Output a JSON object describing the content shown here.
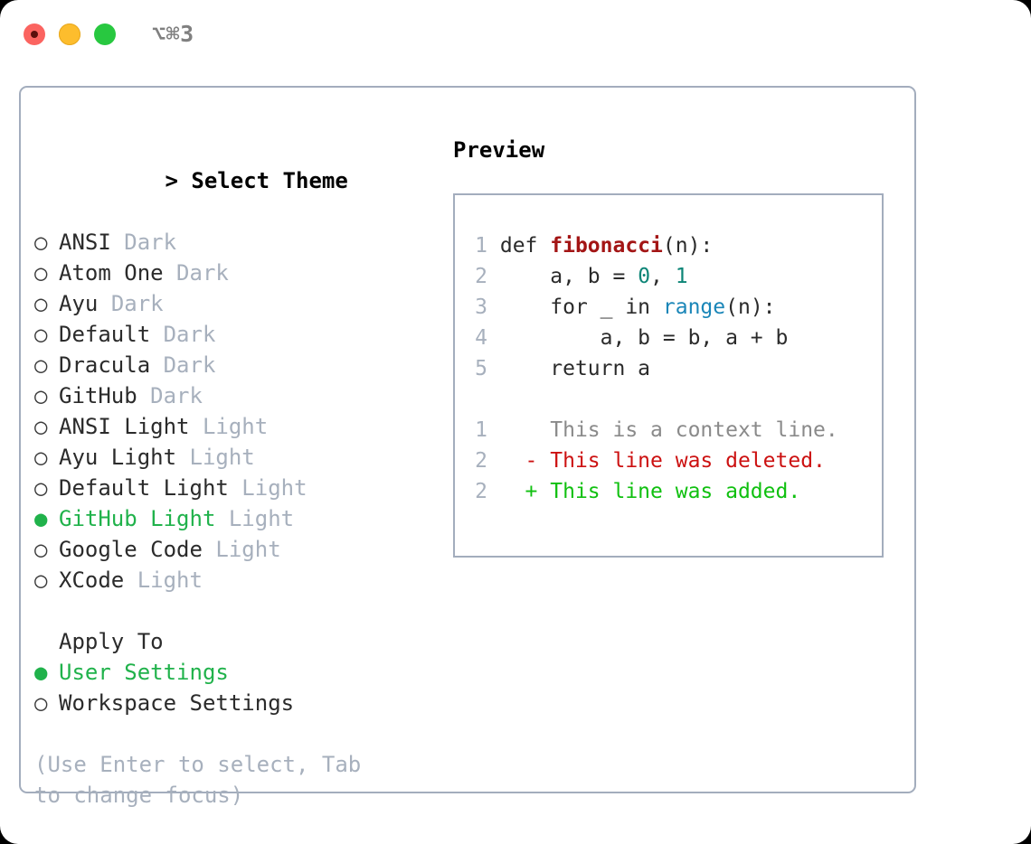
{
  "titlebar": {
    "shortcut": "⌥⌘3",
    "buttons": [
      {
        "name": "close",
        "color": "#fb6460"
      },
      {
        "name": "minimize",
        "color": "#fdbd2d"
      },
      {
        "name": "maximize",
        "color": "#28c840"
      }
    ]
  },
  "theme_section": {
    "prefix": "> ",
    "title": "Select Theme",
    "items": [
      {
        "bullet": "○",
        "label": "ANSI",
        "variant": "Dark",
        "selected": false
      },
      {
        "bullet": "○",
        "label": "Atom One",
        "variant": "Dark",
        "selected": false
      },
      {
        "bullet": "○",
        "label": "Ayu",
        "variant": "Dark",
        "selected": false
      },
      {
        "bullet": "○",
        "label": "Default",
        "variant": "Dark",
        "selected": false
      },
      {
        "bullet": "○",
        "label": "Dracula",
        "variant": "Dark",
        "selected": false
      },
      {
        "bullet": "○",
        "label": "GitHub",
        "variant": "Dark",
        "selected": false
      },
      {
        "bullet": "○",
        "label": "ANSI Light",
        "variant": "Light",
        "selected": false
      },
      {
        "bullet": "○",
        "label": "Ayu Light",
        "variant": "Light",
        "selected": false
      },
      {
        "bullet": "○",
        "label": "Default Light",
        "variant": "Light",
        "selected": false
      },
      {
        "bullet": "●",
        "label": "GitHub Light",
        "variant": "Light",
        "selected": true
      },
      {
        "bullet": "○",
        "label": "Google Code",
        "variant": "Light",
        "selected": false
      },
      {
        "bullet": "○",
        "label": "XCode",
        "variant": "Light",
        "selected": false
      }
    ]
  },
  "apply_section": {
    "title": "Apply To",
    "items": [
      {
        "bullet": "●",
        "label": "User Settings",
        "selected": true
      },
      {
        "bullet": "○",
        "label": "Workspace Settings",
        "selected": false
      }
    ]
  },
  "hint": "(Use Enter to select, Tab to change focus)",
  "preview": {
    "title": "Preview",
    "code_lines": [
      {
        "no": "1",
        "tokens": [
          {
            "t": "def ",
            "c": "plain"
          },
          {
            "t": "fibonacci",
            "c": "fn"
          },
          {
            "t": "(n):",
            "c": "plain"
          }
        ]
      },
      {
        "no": "2",
        "tokens": [
          {
            "t": "    a, b = ",
            "c": "plain"
          },
          {
            "t": "0",
            "c": "num"
          },
          {
            "t": ", ",
            "c": "plain"
          },
          {
            "t": "1",
            "c": "num"
          }
        ]
      },
      {
        "no": "3",
        "tokens": [
          {
            "t": "    for _ in ",
            "c": "plain"
          },
          {
            "t": "range",
            "c": "call"
          },
          {
            "t": "(n):",
            "c": "plain"
          }
        ]
      },
      {
        "no": "4",
        "tokens": [
          {
            "t": "        a, b = b, a + b",
            "c": "plain"
          }
        ]
      },
      {
        "no": "5",
        "tokens": [
          {
            "t": "    return a",
            "c": "plain"
          }
        ]
      }
    ],
    "diff_lines": [
      {
        "no": "1",
        "marker": "  ",
        "text": "This is a context line.",
        "kind": "context"
      },
      {
        "no": "2",
        "marker": "- ",
        "text": "This line was deleted.",
        "kind": "del"
      },
      {
        "no": "2",
        "marker": "+ ",
        "text": "This line was added.",
        "kind": "add"
      }
    ]
  },
  "colors": {
    "selected_green": "#20b24b",
    "muted": "#a7b0bd",
    "border": "#a3adbd",
    "diff_add": "#10c010",
    "diff_del": "#cc1111",
    "syntax_function": "#a31515",
    "syntax_number": "#0d8577",
    "syntax_call": "#1a86b8"
  }
}
